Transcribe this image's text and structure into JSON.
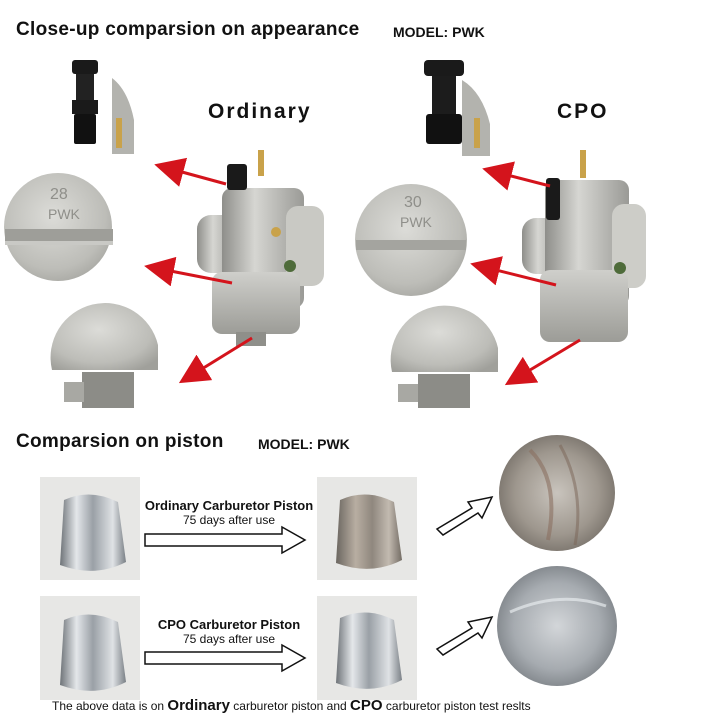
{
  "section1": {
    "title": "Close-up comparsion on appearance",
    "model": "MODEL: PWK",
    "left_label": "Ordinary",
    "right_label": "CPO",
    "left_stamp_number": "28",
    "left_stamp_text": "PWK",
    "right_stamp_number": "30",
    "right_stamp_text": "PWK"
  },
  "section2": {
    "title": "Comparsion on piston",
    "model": "MODEL: PWK",
    "row1": {
      "caption_title": "Ordinary Carburetor Piston",
      "caption_sub": "75 days after use"
    },
    "row2": {
      "caption_title": "CPO Carburetor Piston",
      "caption_sub": "75 days after use"
    }
  },
  "footer": {
    "part1": "The above data is on",
    "bold1": "Ordinary",
    "part2": "carburetor piston and",
    "bold2": "CPO",
    "part3": "carburetor piston test reslts"
  },
  "colors": {
    "arrow": "#d4141c",
    "metal": "#b9b9b5",
    "black_part": "#1a1a1a",
    "brass": "#c9a24a"
  }
}
